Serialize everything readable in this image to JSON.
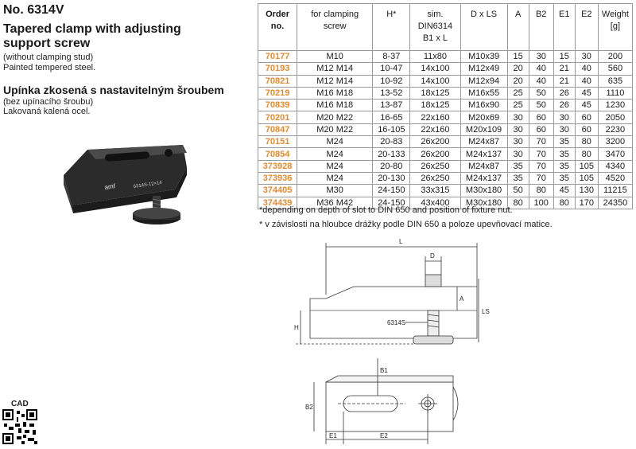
{
  "product": {
    "number": "No. 6314V",
    "title_en": "Tapered clamp with adjusting support screw",
    "sub_en_1": "(without clamping stud)",
    "sub_en_2": "Painted tempered steel.",
    "title_cz": "Upínka zkosená s nastavitelným šroubem",
    "sub_cz_1": "(bez upínacího šroubu)",
    "sub_cz_2": "Lakovaná kalená ocel.",
    "photo_label": "6314S-12×14",
    "logo_text": "amf"
  },
  "cad": {
    "label": "CAD"
  },
  "table": {
    "headers": [
      "Order no.",
      "for clamping screw",
      "H*",
      "sim. DIN6314 B1 x L",
      "D x LS",
      "A",
      "B2",
      "E1",
      "E2",
      "Weight [g]"
    ],
    "rows": [
      [
        "70177",
        "M10",
        "8-37",
        "11x80",
        "M10x39",
        "15",
        "30",
        "15",
        "30",
        "200"
      ],
      [
        "70193",
        "M12 M14",
        "10-47",
        "14x100",
        "M12x49",
        "20",
        "40",
        "21",
        "40",
        "560"
      ],
      [
        "70821",
        "M12 M14",
        "10-92",
        "14x100",
        "M12x94",
        "20",
        "40",
        "21",
        "40",
        "635"
      ],
      [
        "70219",
        "M16 M18",
        "13-52",
        "18x125",
        "M16x55",
        "25",
        "50",
        "26",
        "45",
        "1110"
      ],
      [
        "70839",
        "M16 M18",
        "13-87",
        "18x125",
        "M16x90",
        "25",
        "50",
        "26",
        "45",
        "1230"
      ],
      [
        "70201",
        "M20 M22",
        "16-65",
        "22x160",
        "M20x69",
        "30",
        "60",
        "30",
        "60",
        "2050"
      ],
      [
        "70847",
        "M20 M22",
        "16-105",
        "22x160",
        "M20x109",
        "30",
        "60",
        "30",
        "60",
        "2230"
      ],
      [
        "70151",
        "M24",
        "20-83",
        "26x200",
        "M24x87",
        "30",
        "70",
        "35",
        "80",
        "3200"
      ],
      [
        "70854",
        "M24",
        "20-133",
        "26x200",
        "M24x137",
        "30",
        "70",
        "35",
        "80",
        "3470"
      ],
      [
        "373928",
        "M24",
        "20-80",
        "26x250",
        "M24x87",
        "35",
        "70",
        "35",
        "105",
        "4340"
      ],
      [
        "373936",
        "M24",
        "20-130",
        "26x250",
        "M24x137",
        "35",
        "70",
        "35",
        "105",
        "4520"
      ],
      [
        "374405",
        "M30",
        "24-150",
        "33x315",
        "M30x180",
        "50",
        "80",
        "45",
        "130",
        "11215"
      ],
      [
        "374439",
        "M36 M42",
        "24-150",
        "43x400",
        "M30x180",
        "80",
        "100",
        "80",
        "170",
        "24350"
      ]
    ]
  },
  "notes": {
    "en": "*depending on depth of slot to DIN 650 and position of fixture nut.",
    "cz": "* v závislosti na hloubce drážky podle DIN 650 a poloze upevňovací matice."
  },
  "drawing": {
    "L": "L",
    "D": "D",
    "A": "A",
    "LS": "LS",
    "H": "H",
    "part": "6314S",
    "B1": "B1",
    "B2": "B2",
    "E1": "E1",
    "E2": "E2"
  },
  "colors": {
    "order_number": "#e8892a",
    "grid": "#9a9a9a",
    "text": "#1a1a1a"
  }
}
